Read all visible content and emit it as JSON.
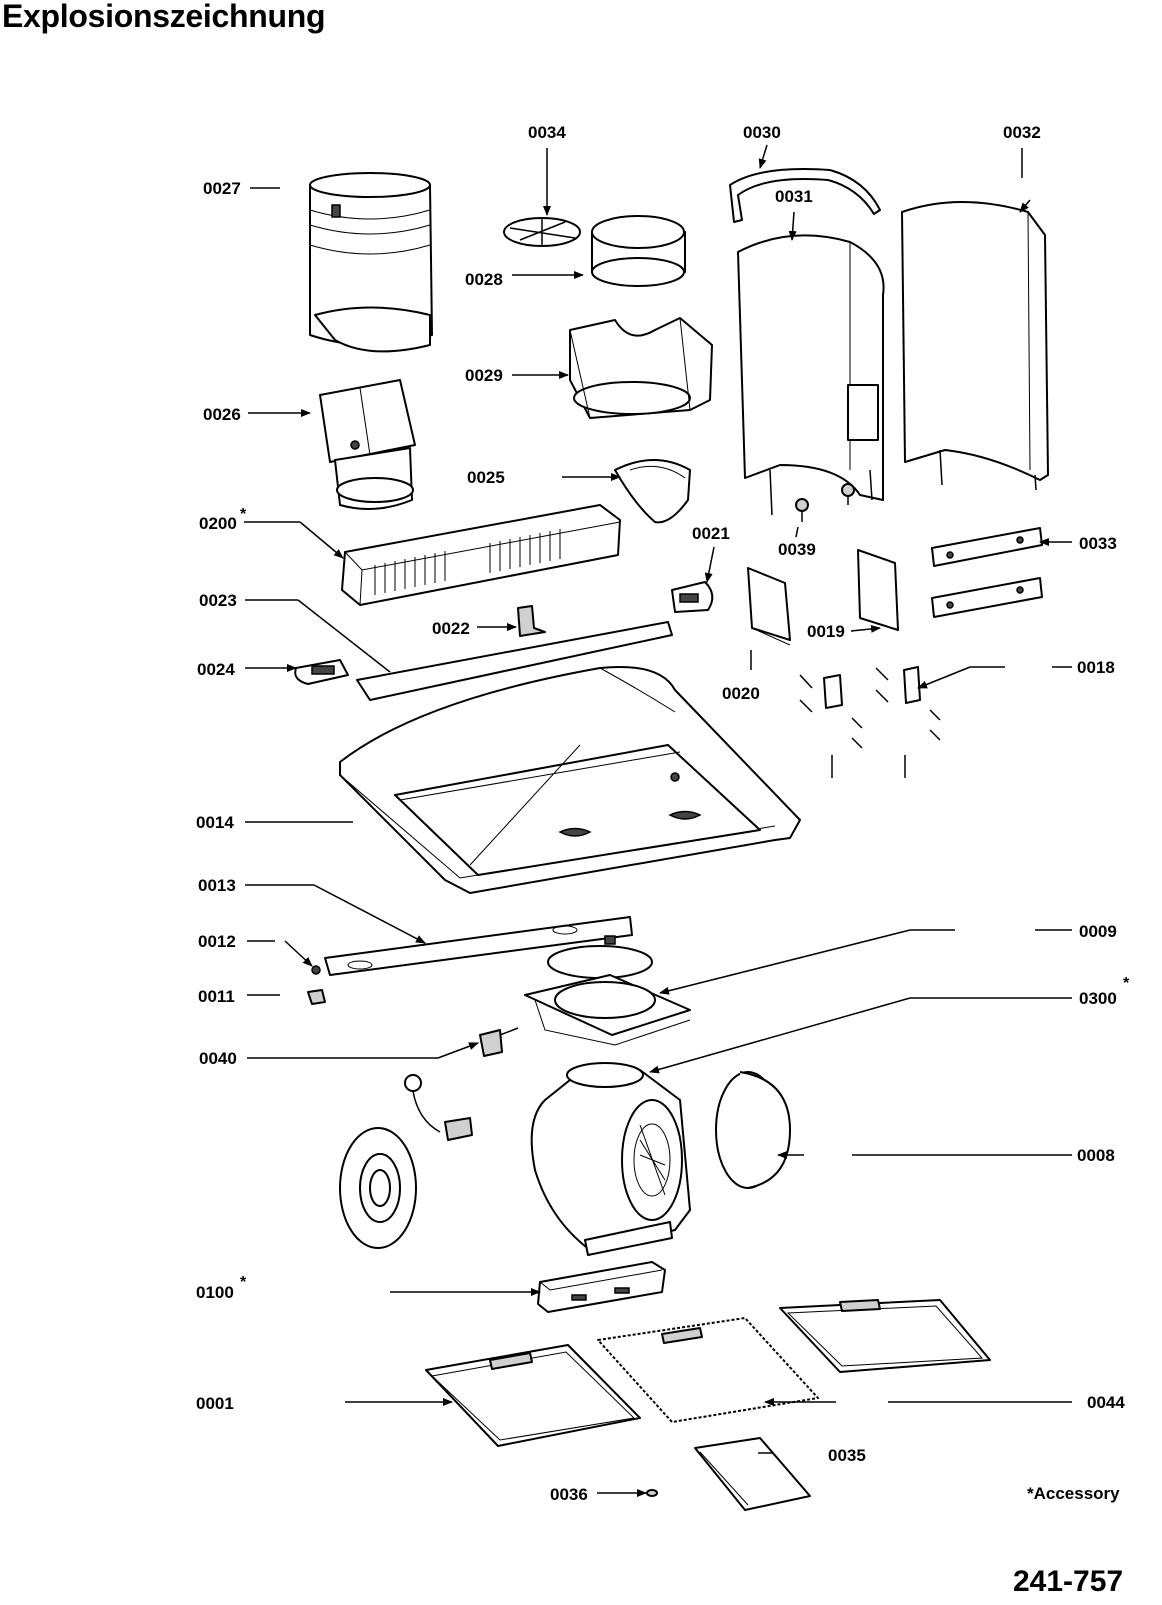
{
  "title": "Explosionszeichnung",
  "document_number": "241-757",
  "accessory_note": "*Accessory",
  "accessory_marker": "*",
  "parts": {
    "p0001": "0001",
    "p0008": "0008",
    "p0009": "0009",
    "p0011": "0011",
    "p0012": "0012",
    "p0013": "0013",
    "p0014": "0014",
    "p0018": "0018",
    "p0019": "0019",
    "p0020": "0020",
    "p0021": "0021",
    "p0022": "0022",
    "p0023": "0023",
    "p0024": "0024",
    "p0025": "0025",
    "p0026": "0026",
    "p0027": "0027",
    "p0028": "0028",
    "p0029": "0029",
    "p0030": "0030",
    "p0031": "0031",
    "p0032": "0032",
    "p0033": "0033",
    "p0034": "0034",
    "p0035": "0035",
    "p0036": "0036",
    "p0039": "0039",
    "p0040": "0040",
    "p0044": "0044",
    "p0100": "0100",
    "p0200": "0200",
    "p0300": "0300"
  }
}
